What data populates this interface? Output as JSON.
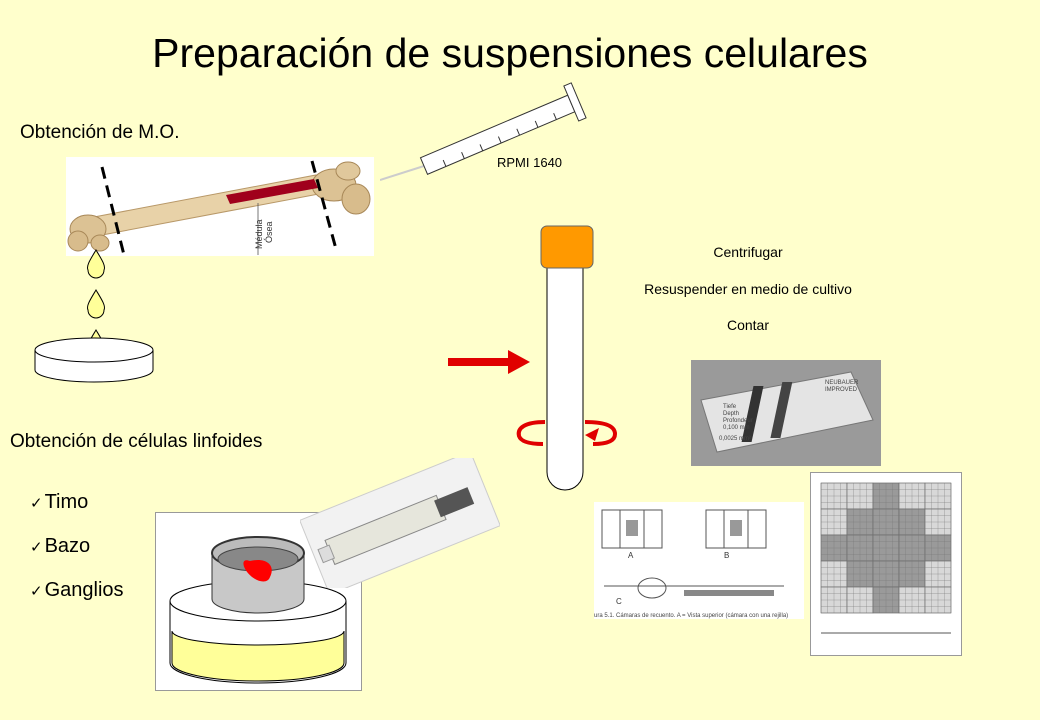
{
  "title": "Preparación de suspensiones celulares",
  "bone_section": {
    "heading": "Obtención de M.O.",
    "bone_label_line1": "Médula",
    "bone_label_line2": "Ósea"
  },
  "syringe_label": "RPMI 1640",
  "steps": [
    "Centrifugar",
    "Resuspender en medio de cultivo",
    "Contar"
  ],
  "lymphoid_section": {
    "heading": "Obtención de células linfoides",
    "organs": [
      "Timo",
      "Bazo",
      "Ganglios"
    ]
  },
  "hemocytometer": {
    "slide_text": [
      "Tiefe",
      "Depth",
      "Profondeur",
      "0,100 mm",
      "0,0025 mm²",
      "NEUBAUER",
      "IMPROVED"
    ],
    "figure_labels": [
      "A",
      "B",
      "C"
    ],
    "figure_caption": "ura 5.1. Cámaras de recuento. A = Vista superior (cámara con una rejilla)"
  },
  "colors": {
    "background": "#ffffcc",
    "arrow_red": "#e00000",
    "tube_cap": "#ff9900",
    "bone_marrow": "#a0001c",
    "medium_yellow": "#ffff99"
  }
}
